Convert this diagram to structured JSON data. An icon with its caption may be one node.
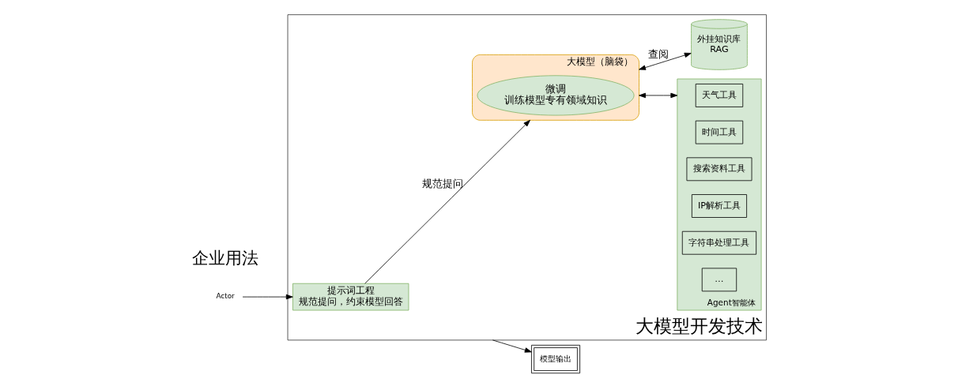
{
  "diagram": {
    "nodes": [
      {
        "text": [
          "Actor"
        ]
      },
      {
        "text": [
          "大模型开发技术"
        ]
      },
      {
        "text": [
          "提示词工程",
          "规范提问，约束模型回答"
        ],
        "in": 1
      },
      {
        "text": [
          "大模型（脑袋）"
        ],
        "in": 1
      },
      {
        "text": [
          "微调",
          "训练模型专有领域知识"
        ],
        "in": 3
      },
      {
        "text": [
          "Agent智能体"
        ],
        "in": 1
      },
      {
        "text": [
          "天气工具"
        ],
        "in": 5
      },
      {
        "text": [
          "时间工具"
        ],
        "in": 5
      },
      {
        "text": [
          "搜索资料工具"
        ],
        "in": 5
      },
      {
        "text": [
          "IP解析工具"
        ],
        "in": 5
      },
      {
        "text": [
          "字符串处理工具"
        ],
        "in": 5
      },
      {
        "text": [
          "…"
        ],
        "in": 5
      },
      {
        "text": [
          "外挂知识库",
          "RAG"
        ],
        "in": 1
      },
      {
        "text": [
          "模型输出"
        ]
      }
    ],
    "edges": [
      {
        "from": 0,
        "to": 2,
        "arrow": "to"
      },
      {
        "from": 2,
        "to": 3,
        "arrow": "to",
        "label": "规范提问"
      },
      {
        "from": 3,
        "to": 5,
        "arrow": "both"
      },
      {
        "from": 3,
        "to": 12,
        "arrow": "both",
        "label": "查阅"
      },
      {
        "from": 1,
        "to": 13,
        "arrow": "to"
      }
    ],
    "labels": [
      "企业用法"
    ]
  }
}
